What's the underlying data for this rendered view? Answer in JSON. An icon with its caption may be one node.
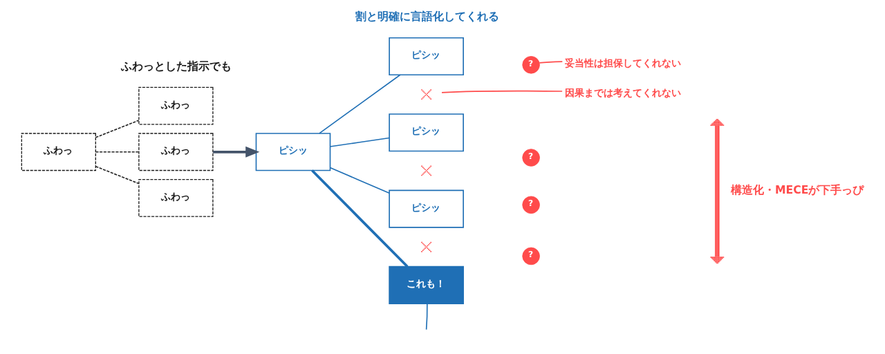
{
  "diagram": {
    "nodes": [
      {
        "text": [
          "ふわっ"
        ]
      },
      {
        "text": [
          "ふわっ"
        ]
      },
      {
        "text": [
          "ふわっ"
        ]
      },
      {
        "text": [
          "ふわっ"
        ]
      },
      {
        "text": [
          "ピシッ"
        ]
      },
      {
        "text": [
          "ピシッ"
        ]
      },
      {
        "text": [
          "ピシッ"
        ]
      },
      {
        "text": [
          "ピシッ"
        ]
      },
      {
        "text": [
          "これも！"
        ]
      },
      {
        "text": [
          "?"
        ]
      },
      {
        "text": [
          "?"
        ]
      },
      {
        "text": [
          "?"
        ]
      },
      {
        "text": [
          "?"
        ]
      },
      {
        "text": [],
        "shape": "cross"
      },
      {
        "text": [],
        "shape": "cross"
      },
      {
        "text": [],
        "shape": "cross"
      },
      {
        "text": [
          "妥当性は担保してくれない"
        ]
      },
      {
        "text": [
          "因果までは考えてくれない"
        ]
      }
    ],
    "edges": [
      {
        "from": 0,
        "to": 1,
        "arrow": "none",
        "style": "dashed",
        "color": "#262626"
      },
      {
        "from": 0,
        "to": 2,
        "arrow": "none",
        "style": "dashed",
        "color": "#262626"
      },
      {
        "from": 0,
        "to": 3,
        "arrow": "none",
        "style": "dashed",
        "color": "#262626"
      },
      {
        "from": 2,
        "to": 4,
        "arrow": "to",
        "style": "thick",
        "color": "#44546a"
      },
      {
        "from": 4,
        "to": 5,
        "arrow": "none"
      },
      {
        "from": 4,
        "to": 6,
        "arrow": "none"
      },
      {
        "from": 4,
        "to": 7,
        "arrow": "none"
      },
      {
        "from": 4,
        "to": 8,
        "arrow": "none",
        "style": "thick"
      },
      {
        "from": 16,
        "to": 9,
        "arrow": "none",
        "color": "#ff4b4b"
      },
      {
        "from": 17,
        "to": 13,
        "arrow": "none",
        "color": "#ff4b4b"
      },
      {
        "from": 8,
        "to": null,
        "arrow": "none"
      }
    ],
    "labels": [
      "ふわっとした指示でも",
      "割と明確に言語化してくれる",
      "構造化・MECEが下手っぴ"
    ]
  }
}
